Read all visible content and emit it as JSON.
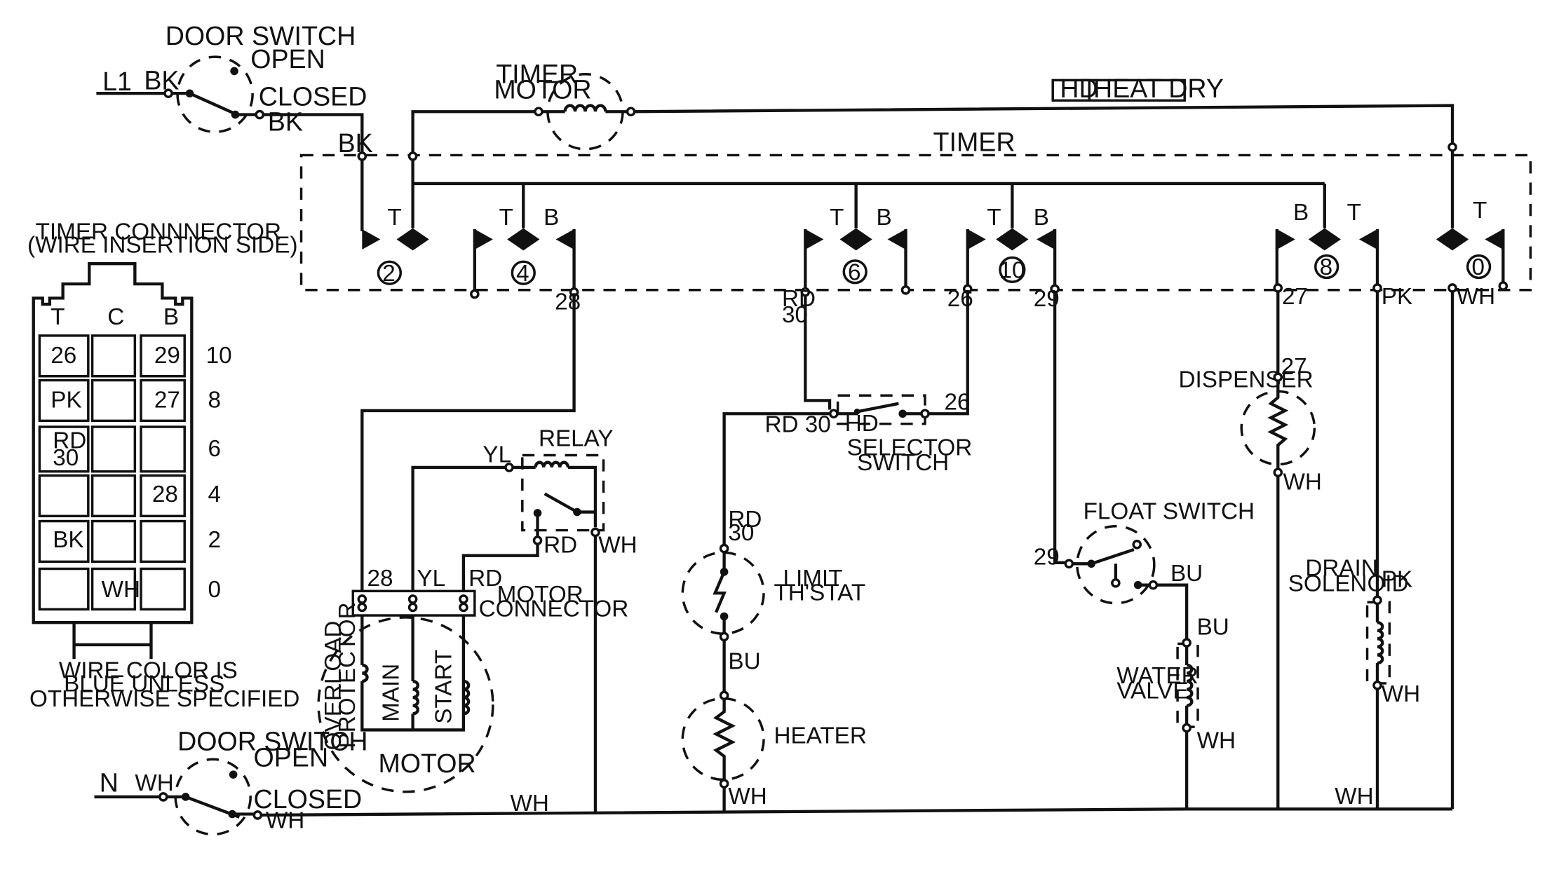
{
  "door_switch_top": {
    "title": "DOOR SWITCH",
    "open": "OPEN",
    "closed": "CLOSED",
    "line": "L1",
    "wire_in": "BK",
    "wire_out": "BK"
  },
  "door_switch_bottom": {
    "title": "DOOR SWITCH",
    "open": "OPEN",
    "closed": "CLOSED",
    "line": "N",
    "wire_in": "WH",
    "wire_out": "WH"
  },
  "timer_motor": {
    "line1": "TIMER",
    "line2": "MOTOR"
  },
  "legend": {
    "code": "HD",
    "meaning": "HEAT DRY"
  },
  "timer": {
    "label": "TIMER",
    "bk": "BK",
    "contacts": [
      "2",
      "4",
      "6",
      "10",
      "8",
      "0"
    ],
    "pin_labels": {
      "c2_t": "T",
      "c4_t": "T",
      "c4_b": "B",
      "c6_t": "T",
      "c6_b": "B",
      "c10_t": "T",
      "c10_b": "B",
      "c8_b": "B",
      "c8_t": "T",
      "c0_t": "T"
    },
    "wire_labels": {
      "w28": "28",
      "rd": "RD",
      "w30": "30",
      "w26": "26",
      "w29": "29",
      "w27": "27",
      "pk": "PK",
      "wh": "WH"
    }
  },
  "timer_connector": {
    "title1": "TIMER CONNNECTOR",
    "title2": "(WIRE INSERTION SIDE)",
    "col_t": "T",
    "col_c": "C",
    "col_b": "B",
    "rows": [
      {
        "t": "26",
        "c": "",
        "b": "29",
        "n": "10"
      },
      {
        "t": "PK",
        "c": "",
        "b": "27",
        "n": "8"
      },
      {
        "t": "RD\n30",
        "c": "",
        "b": "",
        "n": "6"
      },
      {
        "t": "",
        "c": "",
        "b": "28",
        "n": "4"
      },
      {
        "t": "BK",
        "c": "",
        "b": "",
        "n": "2"
      },
      {
        "t": "",
        "c": "WH",
        "b": "",
        "n": "0"
      }
    ],
    "note1": "WIRE COLOR IS",
    "note2": "BLUE UNLESS",
    "note3": "OTHERWISE SPECIFIED"
  },
  "relay": {
    "label": "RELAY",
    "yl": "YL",
    "rd": "RD",
    "wh": "WH"
  },
  "motor_connector": {
    "line1": "MOTOR",
    "line2": "CONNECTOR",
    "p28": "28",
    "pyl": "YL",
    "prd": "RD"
  },
  "motor": {
    "label": "MOTOR",
    "overload1": "OVERLOAD",
    "overload2": "PROTECTOR",
    "main": "MAIN",
    "start": "START"
  },
  "selector_switch": {
    "line1": "SELECTOR",
    "line2": "SWITCH",
    "hd": "HD",
    "rd30": "RD 30",
    "w26": "26"
  },
  "limit_thstat": {
    "line1": "LIMIT",
    "line2": "TH'STAT",
    "rd": "RD",
    "w30": "30",
    "bu": "BU"
  },
  "heater": {
    "label": "HEATER",
    "wh": "WH"
  },
  "float_switch": {
    "label": "FLOAT SWITCH",
    "w29": "29",
    "bu": "BU"
  },
  "water_valve": {
    "line1": "WATER",
    "line2": "VALVE",
    "bu": "BU",
    "wh": "WH"
  },
  "dispenser": {
    "label": "DISPENSER",
    "w27": "27",
    "wh": "WH"
  },
  "drain_solenoid": {
    "line1": "DRAIN",
    "line2": "SOLENOID",
    "pk": "PK",
    "wh": "WH"
  },
  "neutral_bus": {
    "wh_left": "WH",
    "wh_right": "WH"
  }
}
